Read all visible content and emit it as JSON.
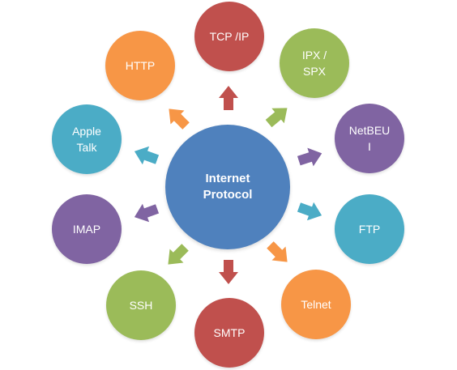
{
  "center": {
    "line1": "Internet",
    "line2": "Protocol"
  },
  "protocols": [
    {
      "id": "tcp-ip",
      "line1": "TCP /IP",
      "line2": "",
      "color": "#c0504d"
    },
    {
      "id": "ipx-spx",
      "line1": "IPX /",
      "line2": "SPX",
      "color": "#9bbb59"
    },
    {
      "id": "netbeui",
      "line1": "NetBEU",
      "line2": "I",
      "color": "#8064a2"
    },
    {
      "id": "ftp",
      "line1": "FTP",
      "line2": "",
      "color": "#4bacc6"
    },
    {
      "id": "telnet",
      "line1": "Telnet",
      "line2": "",
      "color": "#f79646"
    },
    {
      "id": "smtp",
      "line1": "SMTP",
      "line2": "",
      "color": "#c0504d"
    },
    {
      "id": "ssh",
      "line1": "SSH",
      "line2": "",
      "color": "#9bbb59"
    },
    {
      "id": "imap",
      "line1": "IMAP",
      "line2": "",
      "color": "#8064a2"
    },
    {
      "id": "apple-talk",
      "line1": "Apple",
      "line2": "Talk",
      "color": "#4bacc6"
    },
    {
      "id": "http",
      "line1": "HTTP",
      "line2": "",
      "color": "#f79646"
    }
  ],
  "arrow_colors": {
    "tcp-ip": "#c0504d",
    "ipx-spx": "#9bbb59",
    "netbeui": "#8064a2",
    "ftp": "#4bacc6",
    "telnet": "#f79646",
    "smtp": "#c0504d",
    "ssh": "#9bbb59",
    "imap": "#8064a2",
    "apple-talk": "#4bacc6",
    "http": "#f79646"
  }
}
